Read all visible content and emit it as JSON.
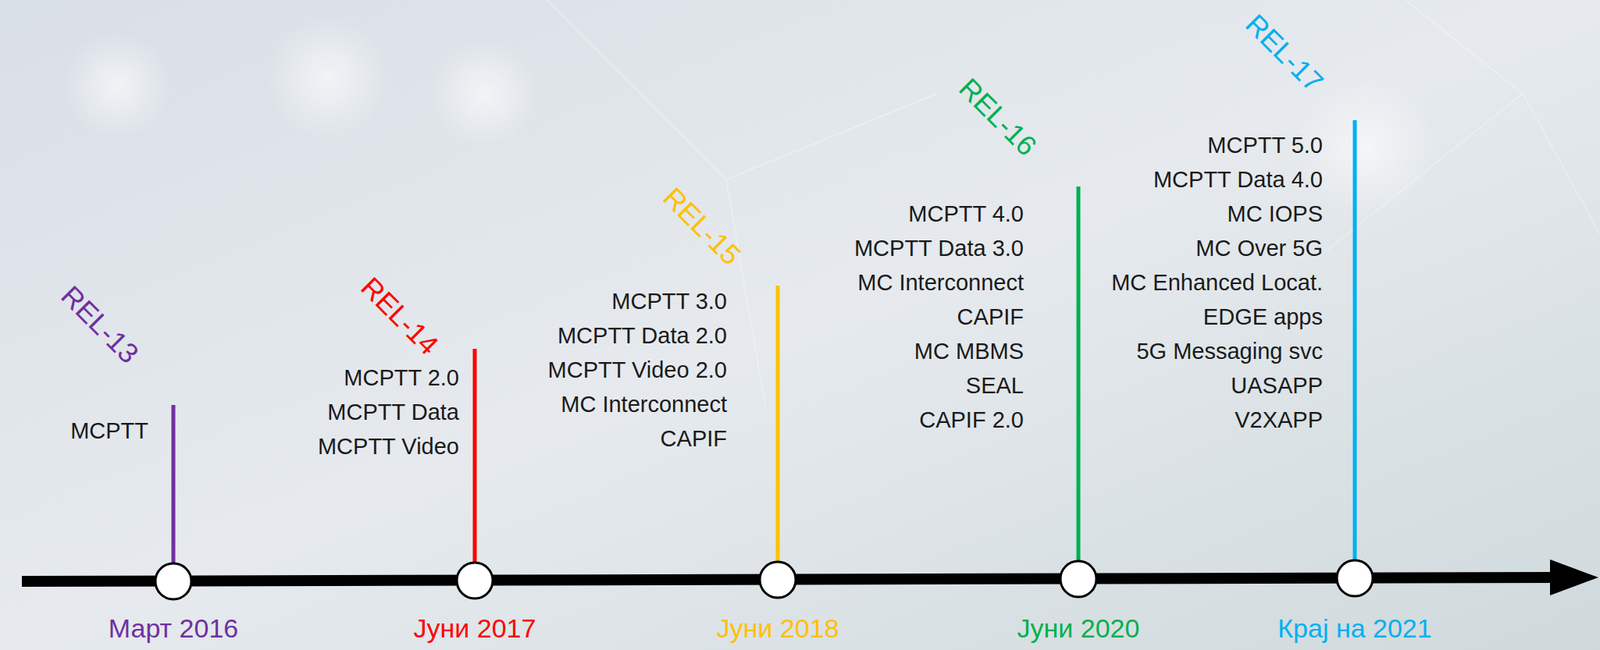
{
  "diagram": {
    "labels": [
      "REL-13",
      "MCPTT",
      "Март 2016",
      "REL-14",
      "MCPTT 2.0",
      "MCPTT Data",
      "MCPTT Video",
      "Јуни 2017",
      "REL-15",
      "MCPTT 3.0",
      "MCPTT Data 2.0",
      "MCPTT Video 2.0",
      "MC Interconnect",
      "CAPIF",
      "Јуни 2018",
      "REL-16",
      "MCPTT 4.0",
      "MCPTT Data 3.0",
      "MC Interconnect",
      "CAPIF",
      "MC MBMS",
      "SEAL",
      "CAPIF 2.0",
      "Јуни 2020",
      "REL-17",
      "MCPTT 5.0",
      "MCPTT Data 4.0",
      "MC IOPS",
      "MC Over 5G",
      "MC Enhanced Locat.",
      "EDGE apps",
      "5G Messaging svc",
      "UASAPP",
      "V2XAPP",
      "Крај на 2021"
    ]
  }
}
